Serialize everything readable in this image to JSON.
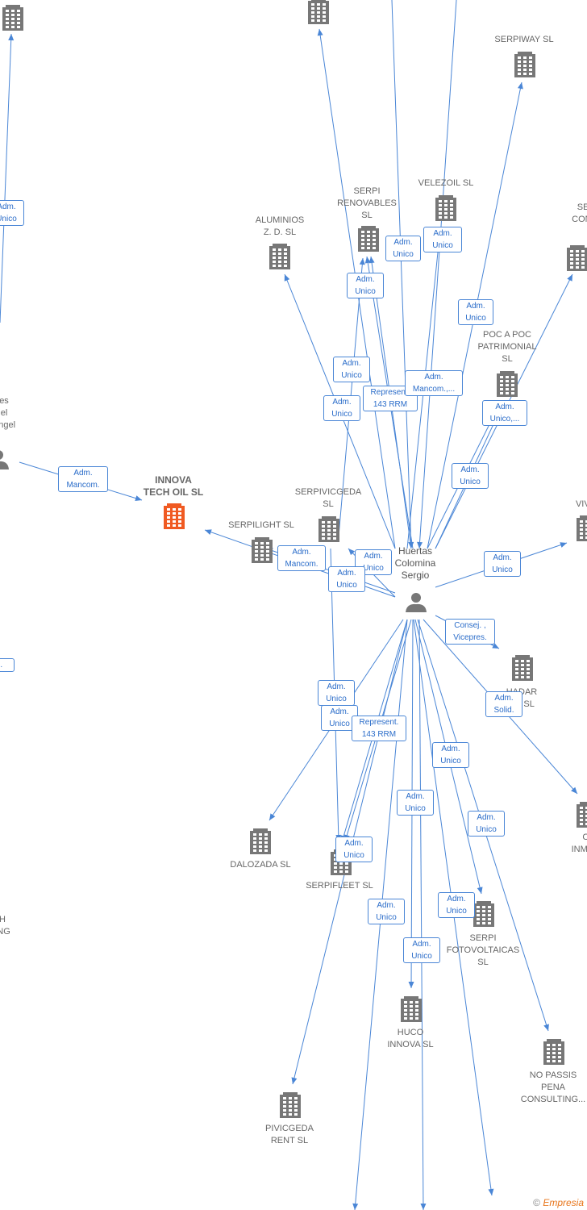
{
  "colors": {
    "edge": "#4a86d6",
    "building": "#777777",
    "main_building": "#f05a22"
  },
  "person": {
    "name": "Huertas\nColomina\nSergio"
  },
  "nodes": [
    {
      "id": "top-left-building",
      "label": ""
    },
    {
      "id": "top-building",
      "label": ""
    },
    {
      "id": "serpiway",
      "label": "SERPIWAY SL"
    },
    {
      "id": "serpi-renovables",
      "label": "SERPI\nRENOVABLES\nSL"
    },
    {
      "id": "velezoil",
      "label": "VELEZOIL SL"
    },
    {
      "id": "serhu",
      "label": "SERHU\nCONSULT\nSL"
    },
    {
      "id": "aluminios",
      "label": "ALUMINIOS\nZ. D. SL"
    },
    {
      "id": "poc-a-poc",
      "label": "POC A POC\nPATRIMONIAL\nSL"
    },
    {
      "id": "left-person-label",
      "label": "es\nel\nAngel"
    },
    {
      "id": "innova-tech-oil",
      "label": "INNOVA\nTECH OIL SL"
    },
    {
      "id": "serpivicgeda",
      "label": "SERPIVICGEDA\nSL"
    },
    {
      "id": "serpilight",
      "label": "SERPILIGHT SL"
    },
    {
      "id": "vivie",
      "label": "VIVIE"
    },
    {
      "id": "hadar",
      "label": "HADAR\nAR SL"
    },
    {
      "id": "ca-inmue",
      "label": "CA\nINMUEB"
    },
    {
      "id": "dalozada",
      "label": "DALOZADA SL"
    },
    {
      "id": "serpifleet",
      "label": "SERPIFLEET SL"
    },
    {
      "id": "serpi-fotovoltaicas",
      "label": "SERPI\nFOTOVOLTAICAS\nSL"
    },
    {
      "id": "huco-innova",
      "label": "HUCO\nINNOVA SL"
    },
    {
      "id": "no-passis",
      "label": "NO PASSIS\nPENA\nCONSULTING..."
    },
    {
      "id": "pivicgeda-rent",
      "label": "PIVICGEDA\nRENT SL"
    },
    {
      "id": "left-bottom",
      "label": "H\nING"
    }
  ],
  "relations": [
    {
      "id": "r1",
      "label": "Adm.\nUnico"
    },
    {
      "id": "r2",
      "label": "Adm.\nMancom."
    },
    {
      "id": "r3",
      "label": "Adm.\nUnico"
    },
    {
      "id": "r4",
      "label": "Adm.\nUnico"
    },
    {
      "id": "r5",
      "label": "Adm.\nUnico"
    },
    {
      "id": "r6",
      "label": "Adm.\nUnico"
    },
    {
      "id": "r7",
      "label": "Adm.\nUnico"
    },
    {
      "id": "r8",
      "label": "Adm.\nUnico"
    },
    {
      "id": "r9",
      "label": "Represent.\n143 RRM"
    },
    {
      "id": "r10",
      "label": "Adm.\nMancom.,..."
    },
    {
      "id": "r11",
      "label": "Adm.\nUnico,..."
    },
    {
      "id": "r12",
      "label": "Adm.\nUnico"
    },
    {
      "id": "r13",
      "label": "Adm.\nMancom."
    },
    {
      "id": "r14",
      "label": "Adm.\nUnico"
    },
    {
      "id": "r15",
      "label": "Adm.\nUnico"
    },
    {
      "id": "r16",
      "label": "Adm.\nUnico"
    },
    {
      "id": "r17",
      "label": "Consej. ,\nVicepres."
    },
    {
      "id": "r18",
      "label": "Adm.\nSolid."
    },
    {
      "id": "r19",
      "label": "Adm.\nUnico"
    },
    {
      "id": "r20",
      "label": "Adm.\nUnico"
    },
    {
      "id": "r21",
      "label": "Represent.\n143 RRM"
    },
    {
      "id": "r22",
      "label": "Adm.\nUnico"
    },
    {
      "id": "r23",
      "label": "Adm.\nUnico"
    },
    {
      "id": "r24",
      "label": "Adm.\nUnico"
    },
    {
      "id": "r25",
      "label": "Adm.\nUnico"
    },
    {
      "id": "r26",
      "label": "Adm.\nUnico"
    },
    {
      "id": "r27",
      "label": "Adm.\nUnico"
    },
    {
      "id": "r28",
      "label": "Adm.\nUnico"
    },
    {
      "id": "r29",
      "label": "n."
    }
  ],
  "credit": {
    "symbol": "©",
    "brand": "Empresia"
  }
}
